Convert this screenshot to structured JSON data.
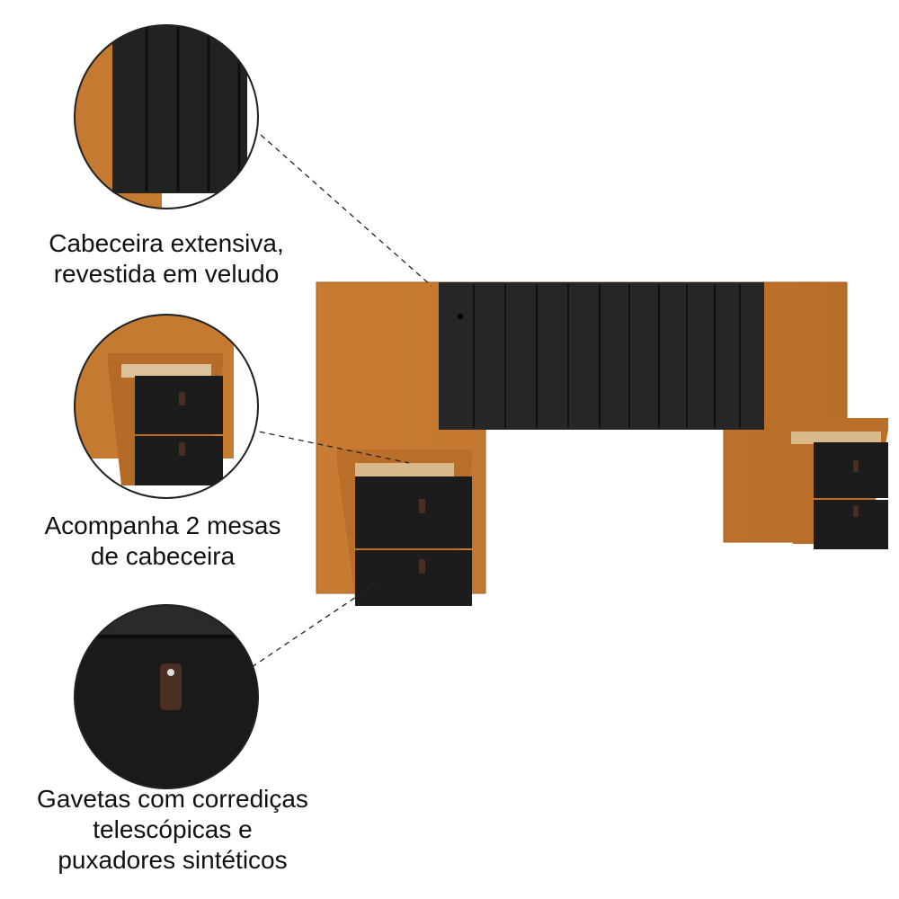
{
  "colors": {
    "wood": "#c4792f",
    "wood_dark": "#9a5a1f",
    "upholstery": "#232323",
    "drawer": "#1b1b1b",
    "handle": "#4a2e22"
  },
  "callouts": [
    {
      "lines": [
        "Cabeceira extensiva,",
        "revestida em veludo"
      ],
      "icon": "velvet-headboard-detail"
    },
    {
      "lines": [
        "Acompanha 2 mesas",
        "de cabeceira"
      ],
      "icon": "nightstand-detail"
    },
    {
      "lines": [
        "Gavetas com corrediças",
        "telescópicas e",
        "puxadores sintéticos"
      ],
      "icon": "drawer-handle-detail"
    }
  ]
}
